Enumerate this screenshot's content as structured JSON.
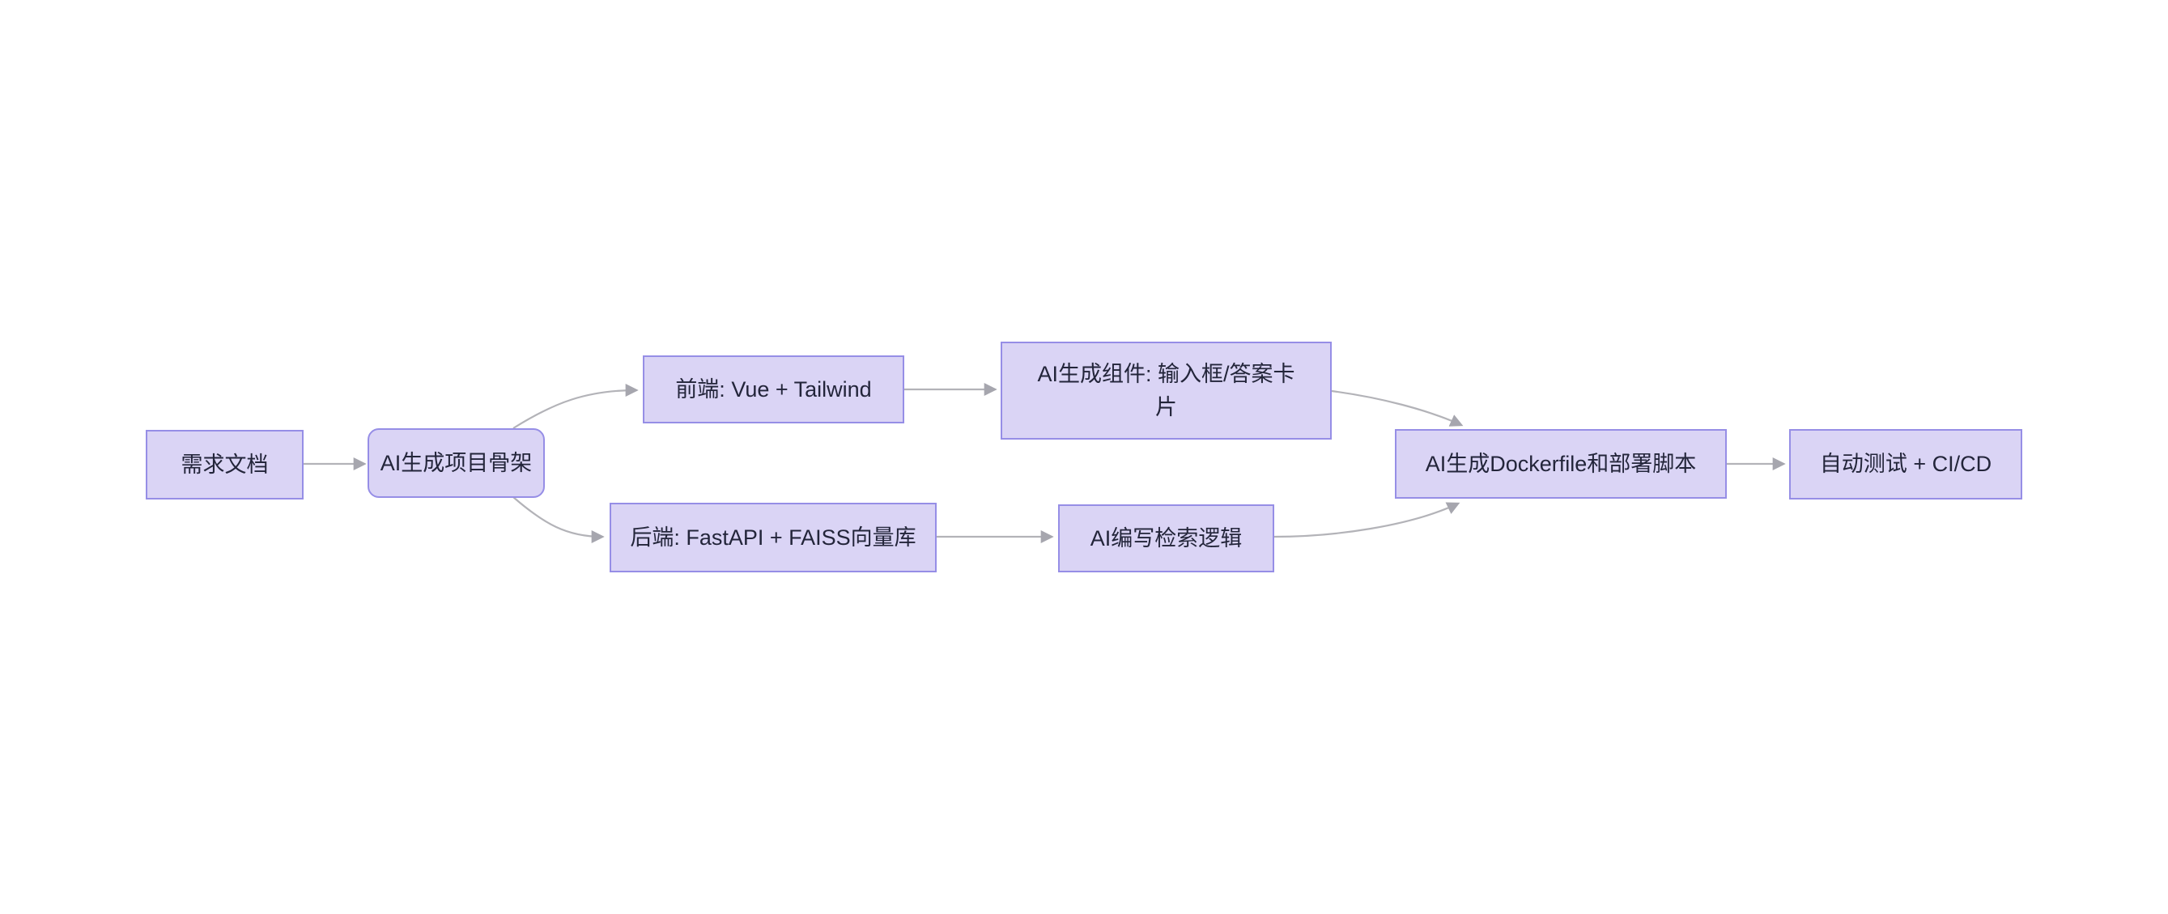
{
  "diagram": {
    "type": "flowchart",
    "direction": "left-to-right",
    "background_color": "#ffffff",
    "node_fill_color": "#dad4f5",
    "node_border_color": "#968ee6",
    "node_text_color": "#23253a",
    "edge_line_color": "#b3b3b8",
    "edge_arrow_color": "#a6a6ae",
    "nodes": [
      {
        "id": "requirements",
        "label": "需求文档",
        "shape": "rectangle"
      },
      {
        "id": "skeleton",
        "label": "AI生成项目骨架",
        "shape": "rounded-rectangle"
      },
      {
        "id": "frontend",
        "label": "前端: Vue + Tailwind",
        "shape": "rectangle"
      },
      {
        "id": "backend",
        "label": "后端: FastAPI + FAISS向量库",
        "shape": "rectangle"
      },
      {
        "id": "components",
        "label": "AI生成组件: 输入框/答案卡片",
        "shape": "rectangle",
        "label_lines": [
          "AI生成组件: 输入框/答案卡",
          "片"
        ]
      },
      {
        "id": "retrieval",
        "label": "AI编写检索逻辑",
        "shape": "rectangle"
      },
      {
        "id": "deploy",
        "label": "AI生成Dockerfile和部署脚本",
        "shape": "rectangle"
      },
      {
        "id": "ci",
        "label": "自动测试 + CI/CD",
        "shape": "rectangle"
      }
    ],
    "edges": [
      {
        "from": "requirements",
        "to": "skeleton"
      },
      {
        "from": "skeleton",
        "to": "frontend"
      },
      {
        "from": "skeleton",
        "to": "backend"
      },
      {
        "from": "frontend",
        "to": "components"
      },
      {
        "from": "backend",
        "to": "retrieval"
      },
      {
        "from": "components",
        "to": "deploy"
      },
      {
        "from": "retrieval",
        "to": "deploy"
      },
      {
        "from": "deploy",
        "to": "ci"
      }
    ]
  }
}
